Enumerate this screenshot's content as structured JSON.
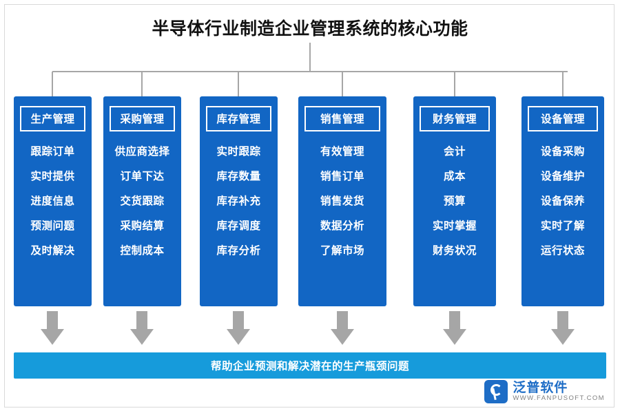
{
  "title": "半导体行业制造企业管理系统的核心功能",
  "columns": [
    {
      "header": "生产管理",
      "items": [
        "跟踪订单",
        "实时提供",
        "进度信息",
        "预测问题",
        "及时解决"
      ]
    },
    {
      "header": "采购管理",
      "items": [
        "供应商选择",
        "订单下达",
        "交货跟踪",
        "采购结算",
        "控制成本"
      ]
    },
    {
      "header": "库存管理",
      "items": [
        "实时跟踪",
        "库存数量",
        "库存补充",
        "库存调度",
        "库存分析"
      ]
    },
    {
      "header": "销售管理",
      "items": [
        "有效管理",
        "销售订单",
        "销售发货",
        "数据分析",
        "了解市场"
      ]
    },
    {
      "header": "财务管理",
      "items": [
        "会计",
        "成本",
        "预算",
        "实时掌握",
        "财务状况"
      ]
    },
    {
      "header": "设备管理",
      "items": [
        "设备采购",
        "设备维护",
        "设备保养",
        "实时了解",
        "运行状态"
      ]
    }
  ],
  "footer": "帮助企业预测和解决潜在的生产瓶颈问题",
  "logo": {
    "name": "泛普软件",
    "domain": "WWW.FANPUSOFT.COM"
  },
  "colors": {
    "box": "#1266C4",
    "footer": "#169BDB",
    "arrow": "#A6A6A6",
    "connector": "#A6A6A6",
    "title": "#111111"
  }
}
